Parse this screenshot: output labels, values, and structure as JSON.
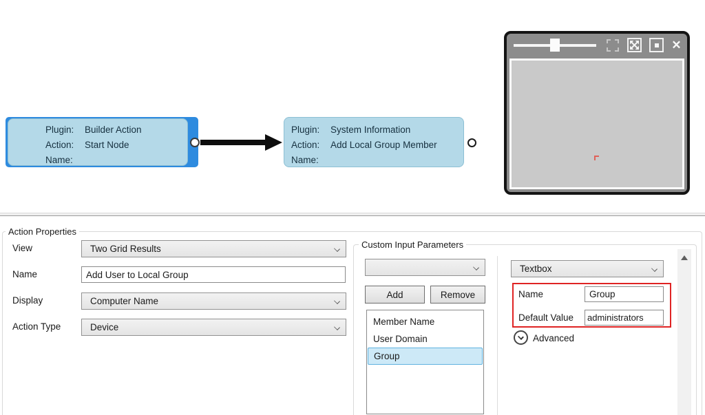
{
  "canvas": {
    "start_node": {
      "plugin_label": "Plugin:",
      "plugin_value": "Builder Action",
      "action_label": "Action:",
      "action_value": "Start Node",
      "name_label": "Name:",
      "name_value": ""
    },
    "end_node": {
      "plugin_label": "Plugin:",
      "plugin_value": "System Information",
      "action_label": "Action:",
      "action_value": "Add Local Group Member",
      "name_label": "Name:",
      "name_value": ""
    }
  },
  "action_properties": {
    "title": "Action Properties",
    "view_label": "View",
    "view_value": "Two Grid Results",
    "name_label": "Name",
    "name_value": "Add User to Local Group",
    "display_label": "Display",
    "display_value": "Computer Name",
    "action_type_label": "Action Type",
    "action_type_value": "Device"
  },
  "custom_input_parameters": {
    "title": "Custom Input Parameters",
    "param_type_value": "",
    "add_label": "Add",
    "remove_label": "Remove",
    "parameters": [
      "Member Name",
      "User Domain",
      "Group"
    ],
    "selected_parameter": "Group",
    "control_type_value": "Textbox",
    "name_label": "Name",
    "name_value": "Group",
    "default_value_label": "Default Value",
    "default_value_value": "administrators",
    "advanced_label": "Advanced"
  },
  "colors": {
    "node_fill": "#b4d9e8",
    "selection_blue": "#2e8bdf",
    "annotation_red": "#df2323",
    "list_selection_bg": "#cde9f7",
    "list_selection_border": "#5fb2e0",
    "minimap_title": "#8c8c8c",
    "minimap_content": "#c9c9c9"
  }
}
